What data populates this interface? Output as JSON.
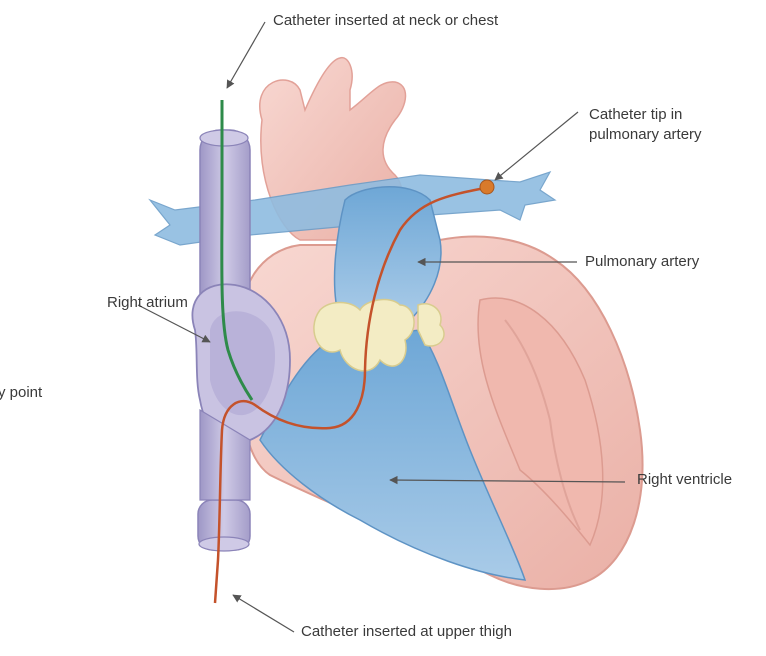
{
  "labels": {
    "catheter_neck": "Catheter inserted at neck or chest",
    "catheter_tip_line1": "Catheter tip in",
    "catheter_tip_line2": "pulmonary artery",
    "pulmonary_artery": "Pulmonary artery",
    "right_atrium": "Right atrium",
    "entry_point": "y point",
    "right_ventricle": "Right ventricle",
    "catheter_thigh": "Catheter inserted at upper thigh"
  },
  "colors": {
    "heart_tissue": "#f4c9c3",
    "heart_tissue_dark": "#e9a79d",
    "blood_chamber_blue": "#7fb1dc",
    "vein_lavender": "#b9b3d6",
    "catheter_green": "#2e8b4a",
    "catheter_orange": "#c4522b",
    "valve_cream": "#f3ecc4",
    "leader_line": "#555555"
  }
}
